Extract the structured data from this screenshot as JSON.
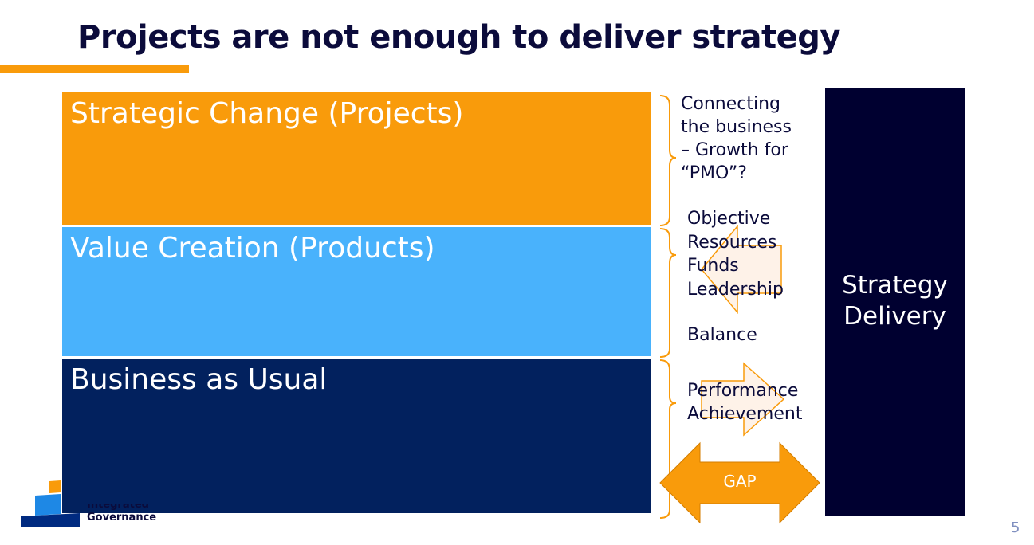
{
  "slide": {
    "title": "Projects are not enough to deliver strategy",
    "page_number": "5"
  },
  "layers": {
    "projects": "Strategic Change (Projects)",
    "products": "Value Creation (Products)",
    "bau": "Business as Usual"
  },
  "annotations": {
    "connecting": [
      "Connecting",
      "the business",
      "– Growth for",
      "“PMO”?"
    ],
    "factors": [
      "Objective",
      "Resources",
      "Funds",
      "Leadership"
    ],
    "balance": "Balance",
    "performance": [
      "Performance",
      "Achievement"
    ],
    "gap": "GAP"
  },
  "delivery": {
    "line1": "Strategy",
    "line2": "Delivery"
  },
  "logo": {
    "line1": "Integrated",
    "line2": "Governance"
  },
  "colors": {
    "orange": "#f99b0b",
    "light_blue": "#49b2fc",
    "navy": "#02215e",
    "dark": "#000030",
    "arrow_fill": "#fde9d9"
  }
}
